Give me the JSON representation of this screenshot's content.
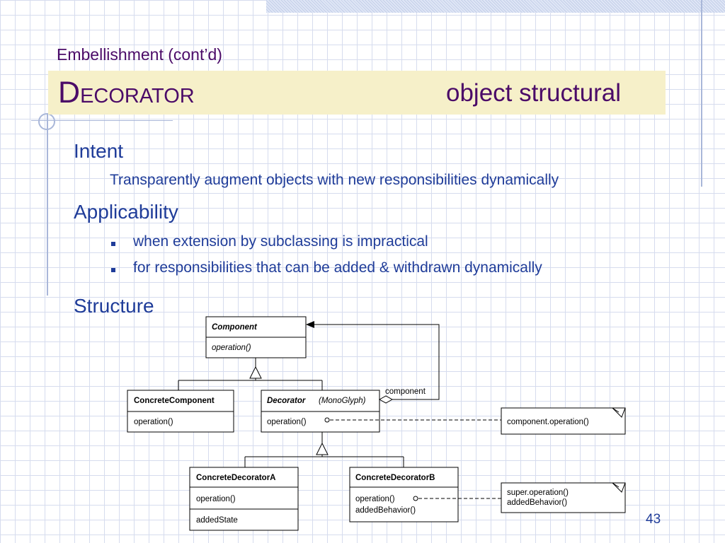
{
  "slide": {
    "subtitle": "Embellishment (cont’d)",
    "title_initial": "D",
    "title_rest": "ECORATOR",
    "title_side": "object structural",
    "intent_heading": "Intent",
    "intent_text": "Transparently augment objects with new responsibilities dynamically",
    "applicability_heading": "Applicability",
    "applicability_items": [
      "when extension by subclassing is impractical",
      "for responsibilities that can be added & withdrawn dynamically"
    ],
    "structure_heading": "Structure",
    "page_number": "43"
  },
  "diagram": {
    "component": {
      "name": "Component",
      "operation": "operation()"
    },
    "concrete_component": {
      "name": "ConcreteComponent",
      "operation": "operation()"
    },
    "decorator": {
      "name": "Decorator",
      "note": "(MonoGlyph)",
      "operation": "operation()"
    },
    "component_role": "component",
    "decorator_note": "component.operation()",
    "concrete_decorator_a": {
      "name": "ConcreteDecoratorA",
      "operation": "operation()",
      "state": "addedState"
    },
    "concrete_decorator_b": {
      "name": "ConcreteDecoratorB",
      "operation": "operation()",
      "behavior": "addedBehavior()"
    },
    "decorator_b_note_line1": "super.operation()",
    "decorator_b_note_line2": "addedBehavior()"
  }
}
